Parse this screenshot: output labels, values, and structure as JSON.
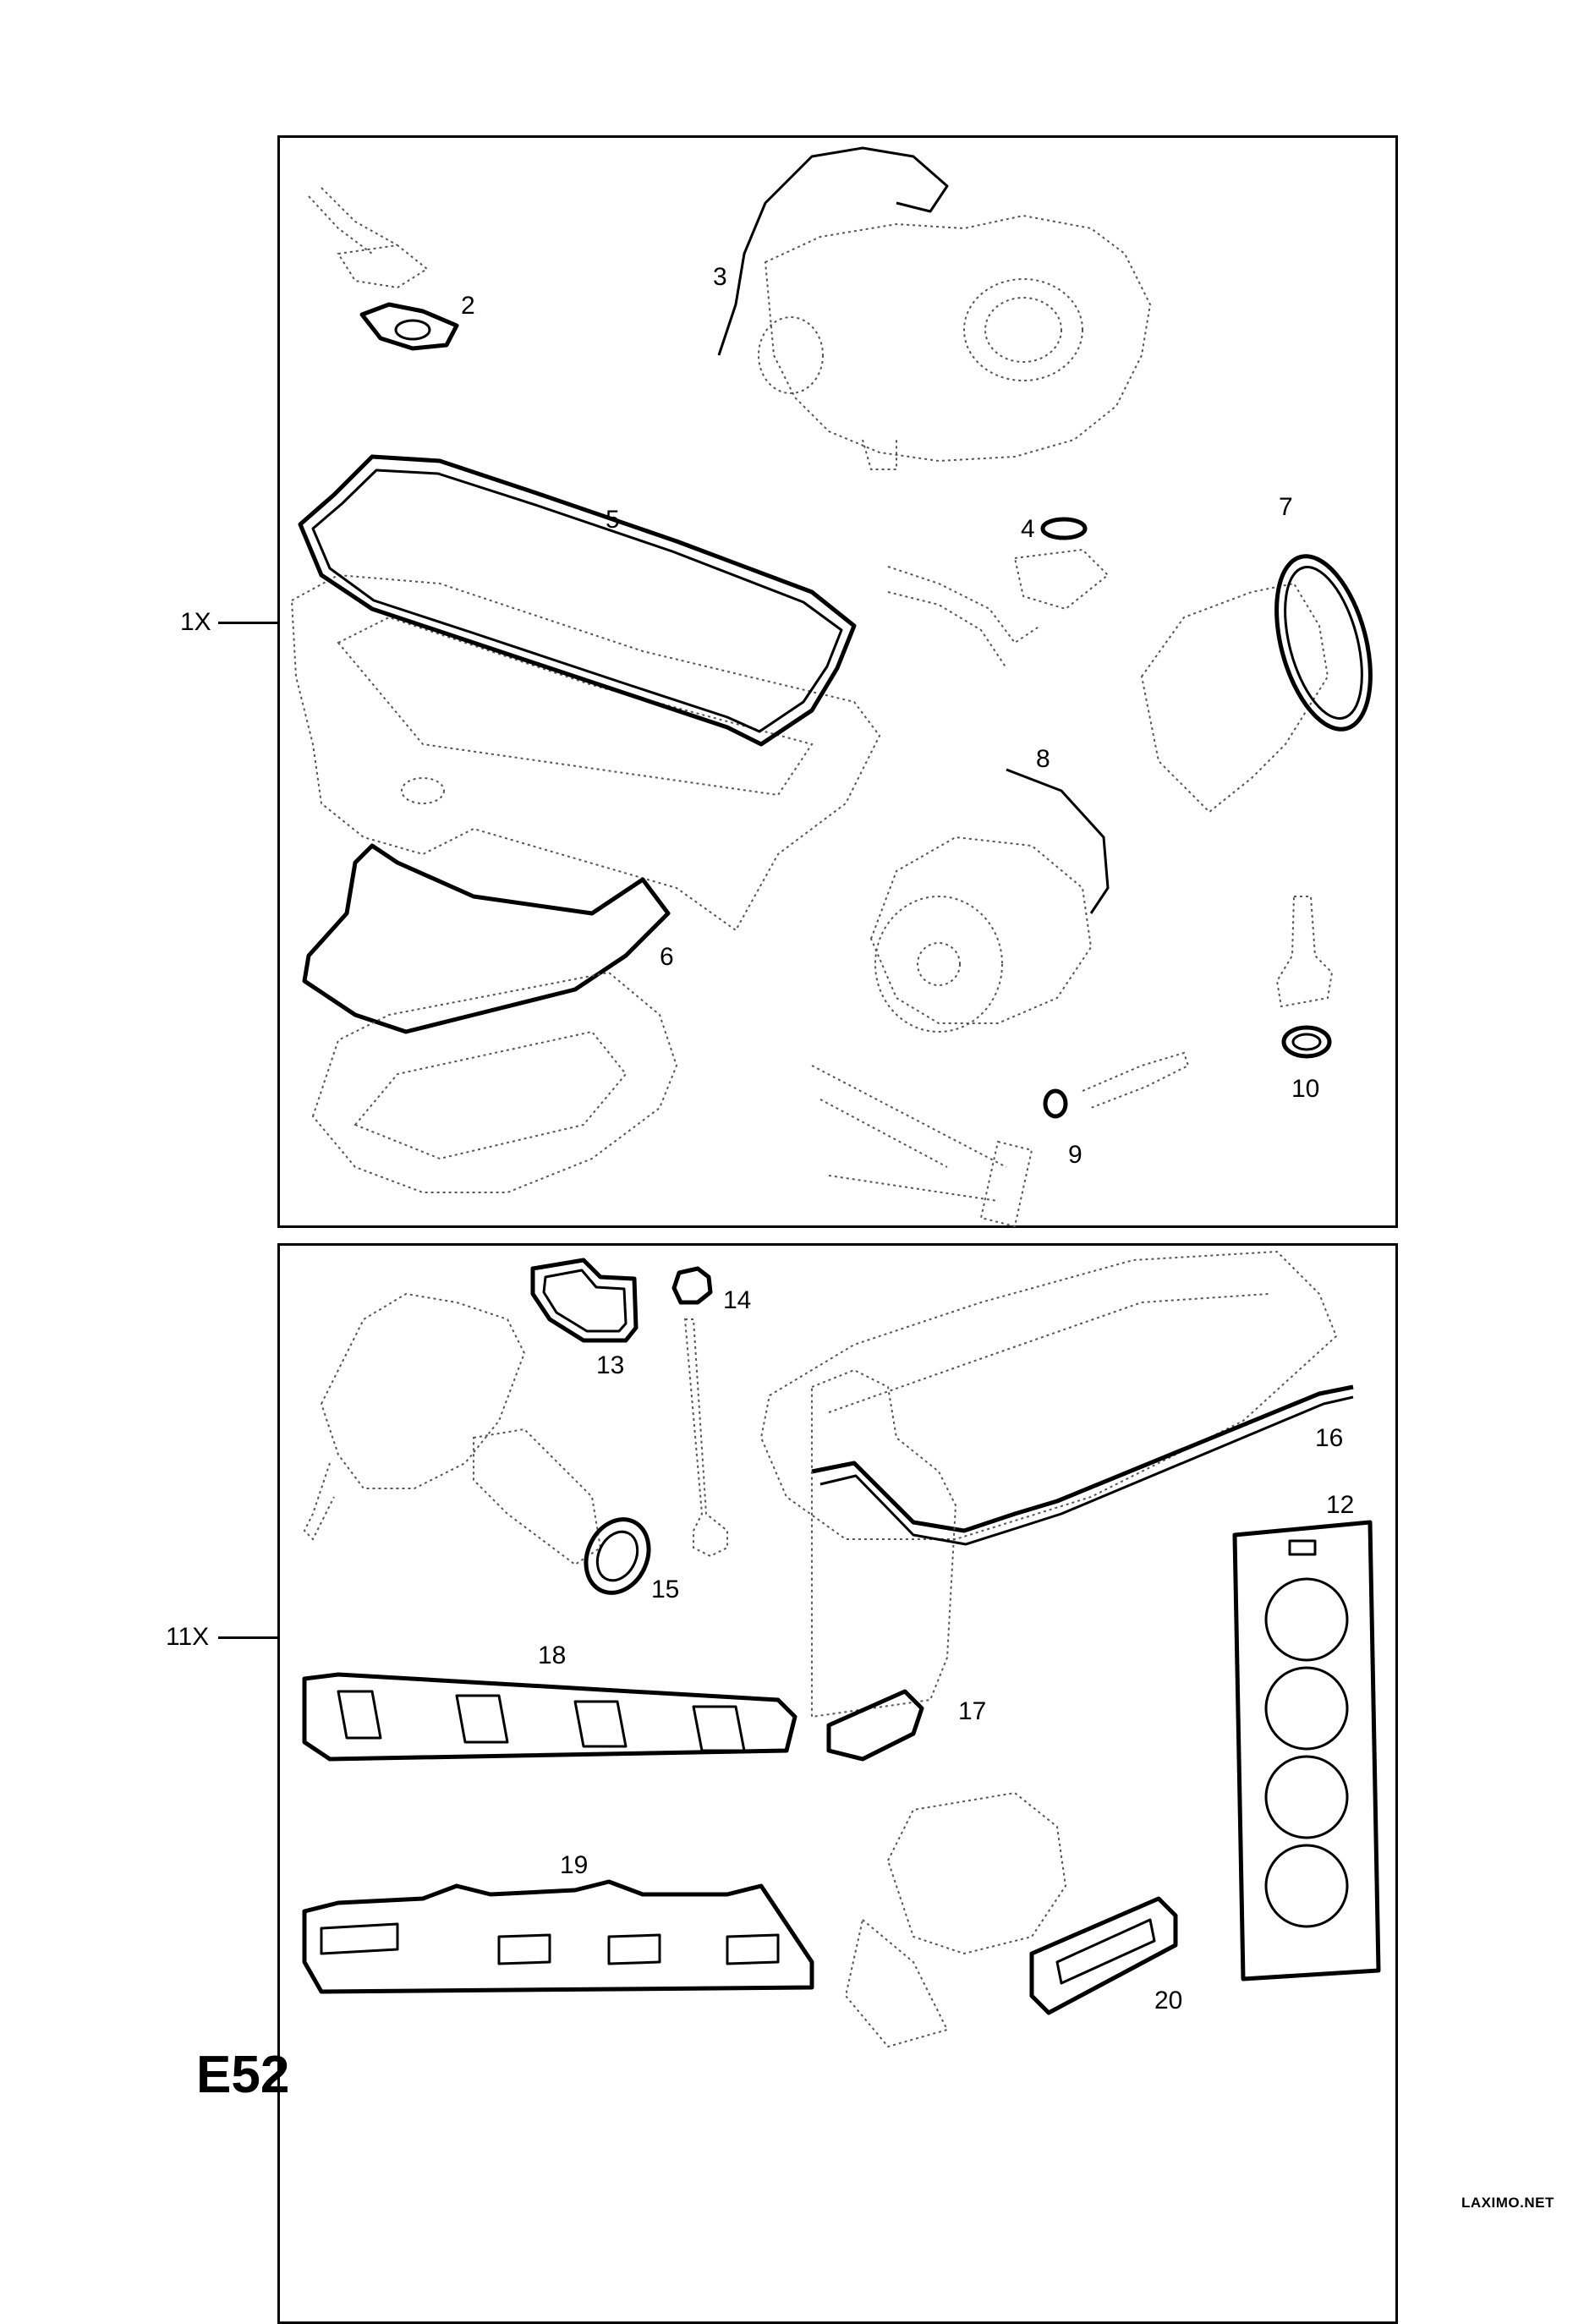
{
  "diagram_code": "E52",
  "watermark": "LAXIMO.NET",
  "sets": [
    {
      "label": "1X"
    },
    {
      "label": "11X"
    }
  ],
  "callouts": {
    "top": [
      "2",
      "3",
      "5",
      "4",
      "7",
      "8",
      "6",
      "10",
      "9"
    ],
    "bottom": [
      "14",
      "13",
      "16",
      "15",
      "12",
      "18",
      "17",
      "19",
      "20"
    ]
  }
}
